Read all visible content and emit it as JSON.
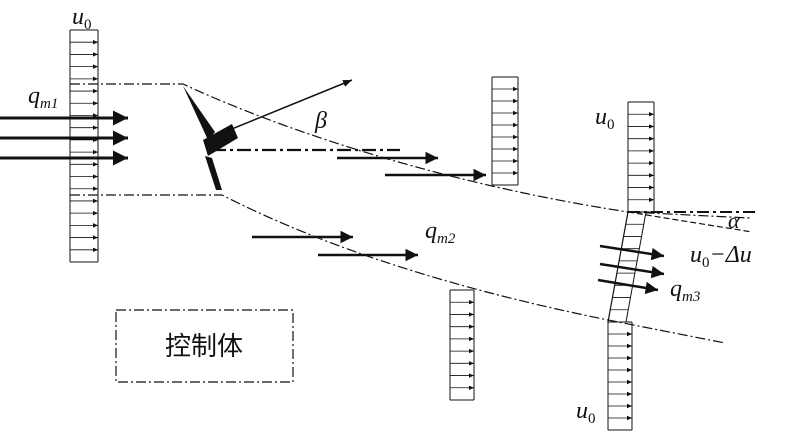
{
  "diagram": {
    "labels": {
      "u0_top_left": {
        "sym": "u",
        "sub": "0"
      },
      "qm1": {
        "sym": "q",
        "sub": "m1"
      },
      "beta": "β",
      "qm2": {
        "sym": "q",
        "sub": "m2"
      },
      "u0_right": {
        "sym": "u",
        "sub": "0"
      },
      "alpha": "α",
      "u0_minus_du": {
        "sym": "u",
        "sub": "0",
        "rest": "−Δu"
      },
      "qm3": {
        "sym": "q",
        "sub": "m3"
      },
      "u0_bottom": {
        "sym": "u",
        "sub": "0"
      },
      "control_volume": "控制体"
    }
  }
}
